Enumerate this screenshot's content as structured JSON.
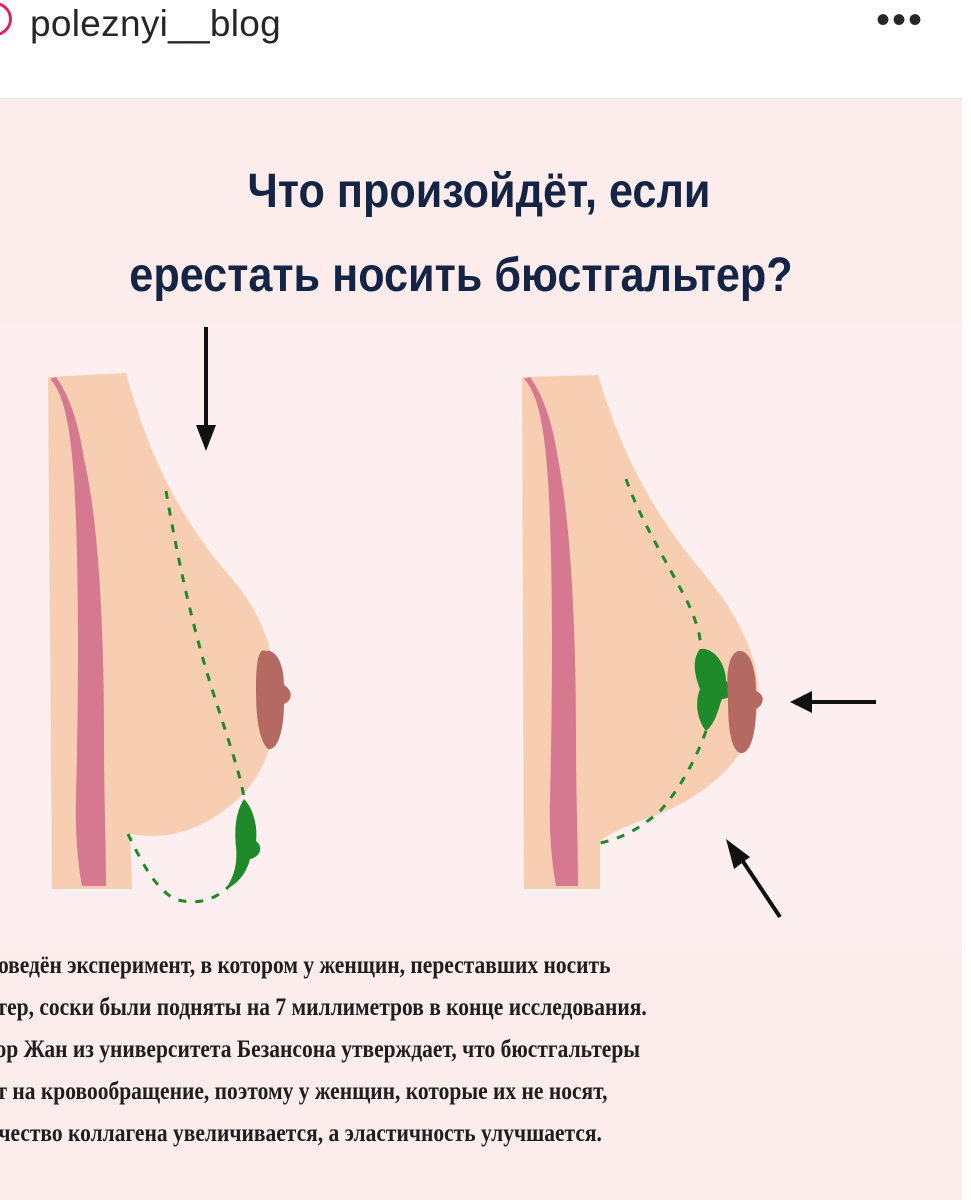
{
  "post": {
    "username": "poleznyi__blog",
    "more_label": "•••"
  },
  "infographic": {
    "title_line1": "Что произойдёт, если",
    "title_line2": "ерестать носить бюстгальтер?",
    "body_lines": [
      "роведён эксперимент, в котором у женщин, переставших носить",
      "ьтер, соски были подняты на 7 миллиметров в конце исследования.",
      "сор Жан из университета Безансона утверждает, что бюстгальтеры",
      "от на кровообращение, поэтому у женщин, которые их не носят,",
      "ичество коллагена увеличивается, а эластичность улучшается."
    ]
  },
  "colors": {
    "background": "#fcecec",
    "title": "#142445",
    "skin": "#f7ceb1",
    "chest_wall": "#d67890",
    "nipple": "#b46a62",
    "gland": "#1f8a2a"
  }
}
